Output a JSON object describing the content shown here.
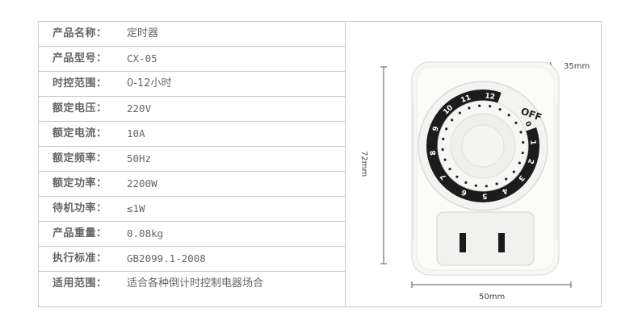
{
  "specs": [
    {
      "label": "产品名称：",
      "value": "定时器"
    },
    {
      "label": "产品型号：",
      "value": "CX-05"
    },
    {
      "label": "时控范围：",
      "value": "0-12小时"
    },
    {
      "label": "额定电压：",
      "value": "220V"
    },
    {
      "label": "额定电流：",
      "value": "10A"
    },
    {
      "label": "额定频率：",
      "value": "50Hz"
    },
    {
      "label": "额定功率：",
      "value": "2200W"
    },
    {
      "label": "待机功率：",
      "value": "≤1W"
    },
    {
      "label": "产品重量：",
      "value": "0.08kg"
    },
    {
      "label": "执行标准：",
      "value": "GB2099.1-2008"
    },
    {
      "label": "适用范围：",
      "value": "适合各种倒计时控制电器场合"
    }
  ],
  "dimensions": {
    "depth": "35mm",
    "height": "72mm",
    "width": "50mm"
  },
  "dial": {
    "off_label": "OFF",
    "numbers": [
      "12",
      "11",
      "10",
      "9",
      "8",
      "7",
      "6",
      "5",
      "4",
      "3",
      "2",
      "1",
      "0"
    ]
  }
}
